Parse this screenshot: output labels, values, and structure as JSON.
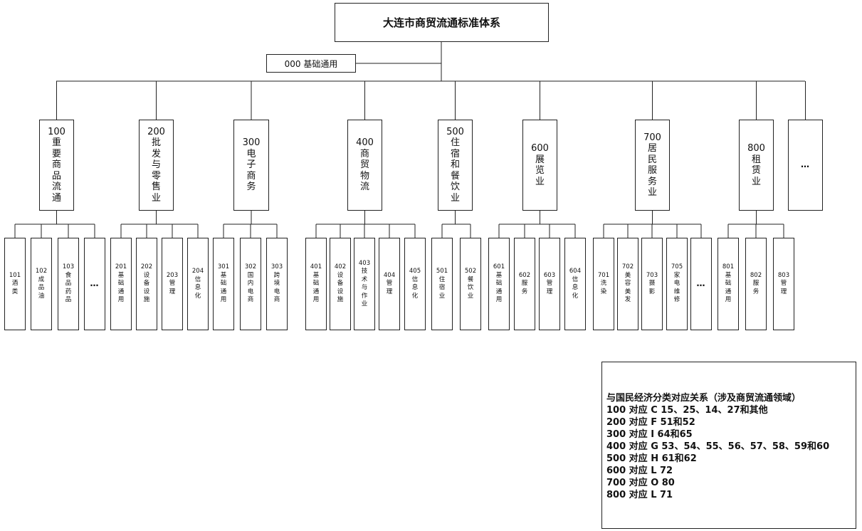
{
  "root": {
    "label": "大连市商贸流通标准体系"
  },
  "base": {
    "label": "000 基础通用"
  },
  "categories": [
    {
      "code": "100",
      "name": "重要商品流通",
      "children": [
        {
          "code": "101",
          "name": "酒类"
        },
        {
          "code": "102",
          "name": "成品油"
        },
        {
          "code": "103",
          "name": "食品药品"
        },
        {
          "code": "",
          "name": "…"
        }
      ]
    },
    {
      "code": "200",
      "name": "批发与零售业",
      "children": [
        {
          "code": "201",
          "name": "基础通用"
        },
        {
          "code": "202",
          "name": "设备设施"
        },
        {
          "code": "203",
          "name": "管理"
        },
        {
          "code": "204",
          "name": "信息化"
        }
      ]
    },
    {
      "code": "300",
      "name": "电子商务",
      "children": [
        {
          "code": "301",
          "name": "基础通用"
        },
        {
          "code": "302",
          "name": "国内电商"
        },
        {
          "code": "303",
          "name": "跨境电商"
        }
      ]
    },
    {
      "code": "400",
      "name": "商贸物流",
      "children": [
        {
          "code": "401",
          "name": "基础通用"
        },
        {
          "code": "402",
          "name": "设备设施"
        },
        {
          "code": "403",
          "name": "技术与作业"
        },
        {
          "code": "404",
          "name": "管理"
        },
        {
          "code": "405",
          "name": "信息化"
        }
      ]
    },
    {
      "code": "500",
      "name": "住宿和餐饮业",
      "children": [
        {
          "code": "501",
          "name": "住宿业"
        },
        {
          "code": "502",
          "name": "餐饮业"
        }
      ]
    },
    {
      "code": "600",
      "name": "展览业",
      "children": [
        {
          "code": "601",
          "name": "基础通用"
        },
        {
          "code": "602",
          "name": "服务"
        },
        {
          "code": "603",
          "name": "管理"
        },
        {
          "code": "604",
          "name": "信息化"
        }
      ]
    },
    {
      "code": "700",
      "name": "居民服务业",
      "children": [
        {
          "code": "701",
          "name": "洗染"
        },
        {
          "code": "702",
          "name": "美容美发"
        },
        {
          "code": "703",
          "name": "摄影"
        },
        {
          "code": "705",
          "name": "家电维修"
        },
        {
          "code": "",
          "name": "…"
        }
      ]
    },
    {
      "code": "800",
      "name": "租赁业",
      "children": [
        {
          "code": "801",
          "name": "基础通用"
        },
        {
          "code": "802",
          "name": "服务"
        },
        {
          "code": "803",
          "name": "管理"
        }
      ]
    },
    {
      "code": "",
      "name": "…",
      "children": []
    }
  ],
  "legend": {
    "title": "与国民经济分类对应关系（涉及商贸流通领域）",
    "lines": [
      "100 对应 C 15、25、14、27和其他",
      "200 对应 F 51和52",
      "300 对应 I  64和65",
      "400 对应 G 53、54、55、56、57、58、59和60",
      "500 对应 H 61和62",
      "600 对应  L 72",
      "700 对应 O 80",
      "800 对应  L 71"
    ]
  }
}
